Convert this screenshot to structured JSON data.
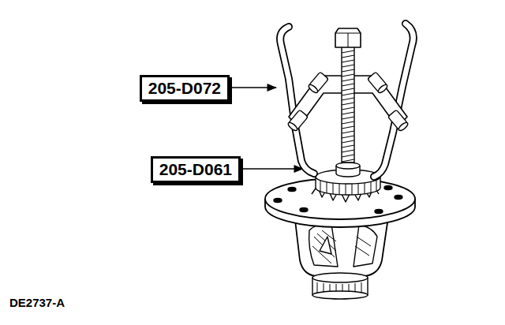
{
  "diagram": {
    "nodes": [
      {
        "text": [
          "205-D072"
        ]
      },
      {
        "text": [
          "205-D061"
        ]
      }
    ],
    "labels": [
      "DE2737-A"
    ]
  }
}
